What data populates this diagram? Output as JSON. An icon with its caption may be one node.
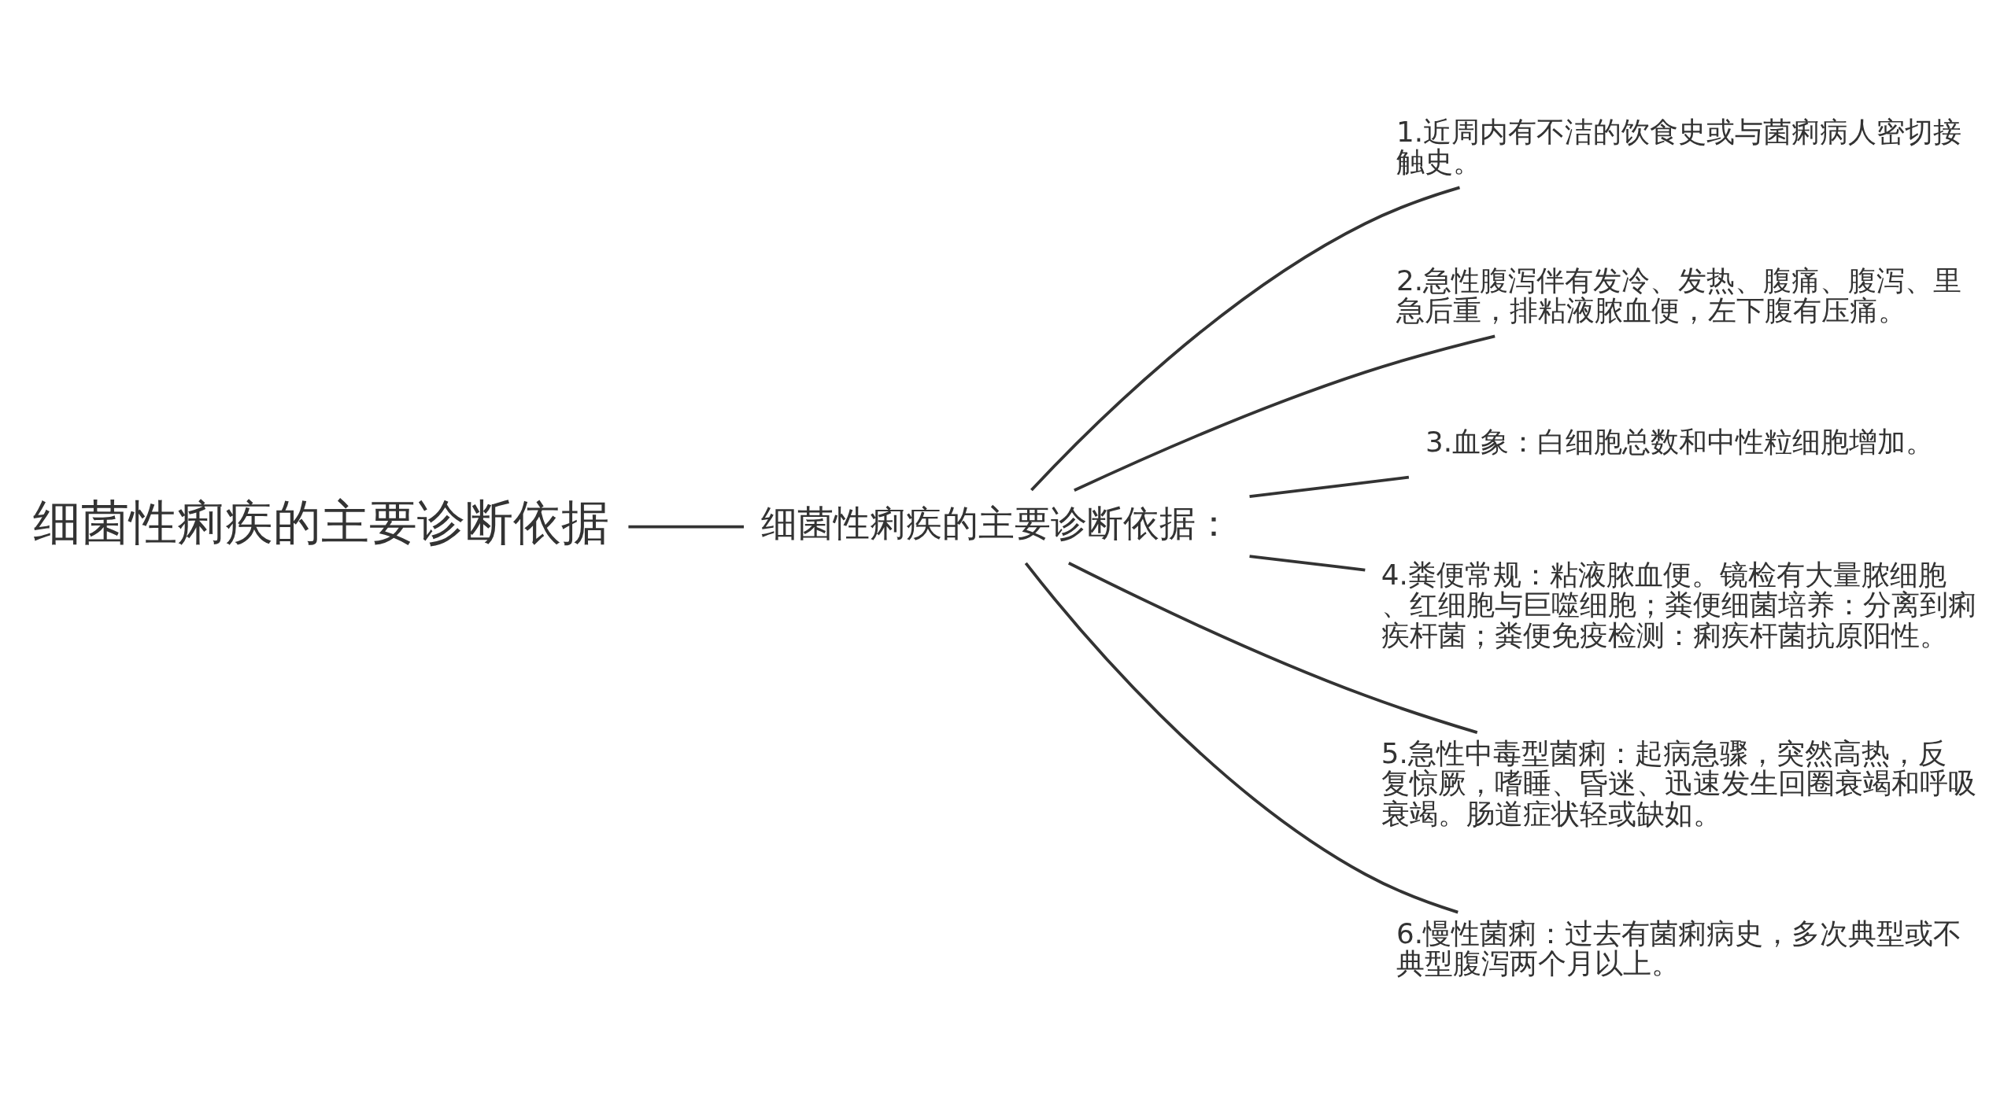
{
  "diagram": {
    "nodes": [
      {
        "text": [
          "细菌性痢疾的主要诊断依据"
        ]
      },
      {
        "text": [
          "细菌性痢疾的主要诊断依据："
        ]
      },
      {
        "text": [
          "1.近周内有不洁的饮食史或与菌痢病人密切接触史。"
        ]
      },
      {
        "text": [
          "2.急性腹泻伴有发冷、发热、腹痛、腹泻、里急后重，排粘液脓血便，左下腹有压痛。"
        ]
      },
      {
        "text": [
          "3.血象：白细胞总数和中性粒细胞增加。"
        ]
      },
      {
        "text": [
          "4.粪便常规：粘液脓血便。镜检有大量脓细胞、红细胞与巨噬细胞；粪便细菌培养：分离到痢疾杆菌；粪便免疫检测：痢疾杆菌抗原阳性。"
        ]
      },
      {
        "text": [
          "5.急性中毒型菌痢：起病急骤，突然高热，反复惊厥，嗜睡、昏迷、迅速发生回圈衰竭和呼吸衰竭。肠道症状轻或缺如。"
        ]
      },
      {
        "text": [
          "6.慢性菌痢：过去有菌痢病史，多次典型或不典型腹泻两个月以上。"
        ]
      }
    ],
    "edges": [
      {
        "from": 0,
        "to": 1,
        "arrow": "none"
      },
      {
        "from": 1,
        "to": 2,
        "arrow": "none"
      },
      {
        "from": 1,
        "to": 3,
        "arrow": "none"
      },
      {
        "from": 1,
        "to": 4,
        "arrow": "none"
      },
      {
        "from": 1,
        "to": 5,
        "arrow": "none"
      },
      {
        "from": 1,
        "to": 6,
        "arrow": "none"
      },
      {
        "from": 1,
        "to": 7,
        "arrow": "none"
      }
    ]
  }
}
